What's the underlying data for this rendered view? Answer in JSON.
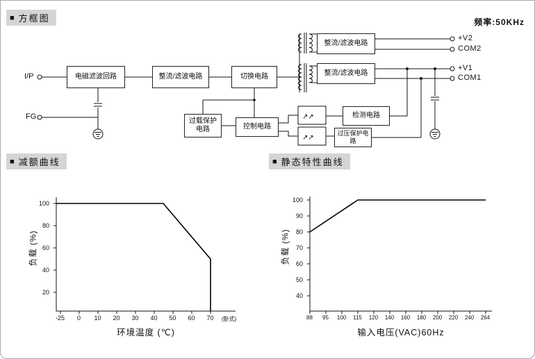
{
  "page": {
    "frequency_label": "频率:50KHz"
  },
  "sections": {
    "bullet": "■",
    "block_diagram": "方框图"
  },
  "block_diagram": {
    "inputs": {
      "ip": "I/P",
      "fg": "FG"
    },
    "blocks": {
      "emi_filter": "电磁滤波回路",
      "rectifier_filter_input": "整流/滤波电路",
      "switching": "切换电路",
      "rectifier_filter_v2": "整流/滤波电路",
      "rectifier_filter_v1": "整流/滤波电路",
      "detection": "检测电路",
      "overload_protection": "过载保护电路",
      "control": "控制电路",
      "overvoltage_protection": "过压保护电路"
    },
    "outputs": [
      "+V2",
      "COM2",
      "+V1",
      "COM1"
    ],
    "opto_icon": "↗↗"
  },
  "chart_data": [
    {
      "type": "line",
      "title": "减额曲线",
      "xlabel": "环境温度 (℃)",
      "ylabel": "负载 (%)",
      "x_ticks": [
        "-25",
        "0",
        "10",
        "20",
        "30",
        "40",
        "50",
        "60",
        "70"
      ],
      "y_ticks": [
        "100",
        "80",
        "60",
        "40",
        "20"
      ],
      "x_note": "(卧式)",
      "xlim": [
        -25,
        75
      ],
      "ylim": [
        0,
        110
      ],
      "grid": false,
      "legend": "none",
      "series": [
        {
          "name": "load-vs-ambient-temperature",
          "points": [
            [
              -25,
              100
            ],
            [
              45,
              100
            ],
            [
              70,
              50
            ],
            [
              70,
              0
            ]
          ]
        }
      ]
    },
    {
      "type": "line",
      "title": "静态特性曲线",
      "xlabel": "输入电压(VAC)60Hz",
      "ylabel": "负载 (%)",
      "x_ticks": [
        "88",
        "95",
        "100",
        "115",
        "120",
        "140",
        "160",
        "180",
        "200",
        "220",
        "240",
        "264"
      ],
      "y_ticks": [
        "100",
        "90",
        "80",
        "70",
        "60",
        "50",
        "40"
      ],
      "xlim": [
        88,
        264
      ],
      "ylim": [
        40,
        105
      ],
      "grid": false,
      "legend": "none",
      "x_scale": "evenly-spaced-ticks",
      "series": [
        {
          "name": "load-vs-input-voltage",
          "points": [
            [
              88,
              80
            ],
            [
              115,
              100
            ],
            [
              264,
              100
            ]
          ]
        }
      ]
    }
  ]
}
